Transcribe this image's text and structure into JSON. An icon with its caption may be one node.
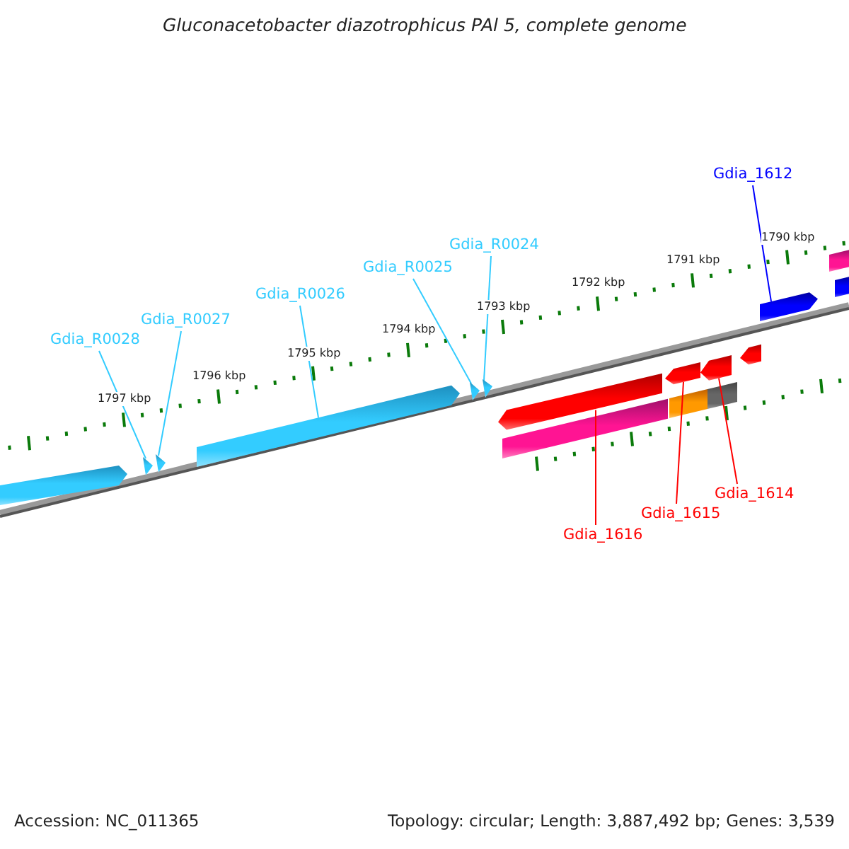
{
  "diagram": {
    "title": "Gluconacetobacter diazotrophicus PAl 5, complete genome",
    "nodes": [
      {
        "text": [
          "Gdia_1612"
        ]
      },
      {
        "text": [
          "Gdia_R0024"
        ]
      },
      {
        "text": [
          "Gdia_R0025"
        ]
      },
      {
        "text": [
          "Gdia_R0026"
        ]
      },
      {
        "text": [
          "Gdia_R0027"
        ]
      },
      {
        "text": [
          "Gdia_R0028"
        ]
      },
      {
        "text": [
          "Gdia_1614"
        ]
      },
      {
        "text": [
          "Gdia_1615"
        ]
      },
      {
        "text": [
          "Gdia_1616"
        ]
      },
      {
        "text": [],
        "shape": "arrow"
      },
      {
        "text": [],
        "shape": "arrow"
      },
      {
        "text": [],
        "shape": "arrow"
      },
      {
        "text": [],
        "shape": "arrow"
      },
      {
        "text": [],
        "shape": "arrow"
      },
      {
        "text": [],
        "shape": "arrow"
      },
      {
        "text": [],
        "shape": "arrow"
      },
      {
        "text": [],
        "shape": "arrow"
      },
      {
        "text": [],
        "shape": "arrow"
      }
    ],
    "edges": [
      {
        "from": 0,
        "to": 17,
        "arrow": "none",
        "color": "#0000ff"
      },
      {
        "from": 1,
        "to": 13,
        "arrow": "none"
      },
      {
        "from": 2,
        "to": 12,
        "arrow": "none"
      },
      {
        "from": 3,
        "to": 11,
        "arrow": "none"
      },
      {
        "from": 4,
        "to": 10,
        "arrow": "none"
      },
      {
        "from": 5,
        "to": 9,
        "arrow": "none"
      },
      {
        "from": 6,
        "to": 16,
        "arrow": "none",
        "color": "#ff0000"
      },
      {
        "from": 7,
        "to": 15,
        "arrow": "none",
        "color": "#ff0000"
      },
      {
        "from": 8,
        "to": 14,
        "arrow": "none",
        "color": "#ff0000"
      }
    ],
    "labels": [
      "1790 kbp",
      "1791 kbp",
      "1792 kbp",
      "1793 kbp",
      "1794 kbp",
      "1795 kbp",
      "1796 kbp",
      "1797 kbp",
      "Accession: NC_011365",
      "Topology: circular; Length: 3,887,492 bp; Genes: 3,539"
    ]
  }
}
